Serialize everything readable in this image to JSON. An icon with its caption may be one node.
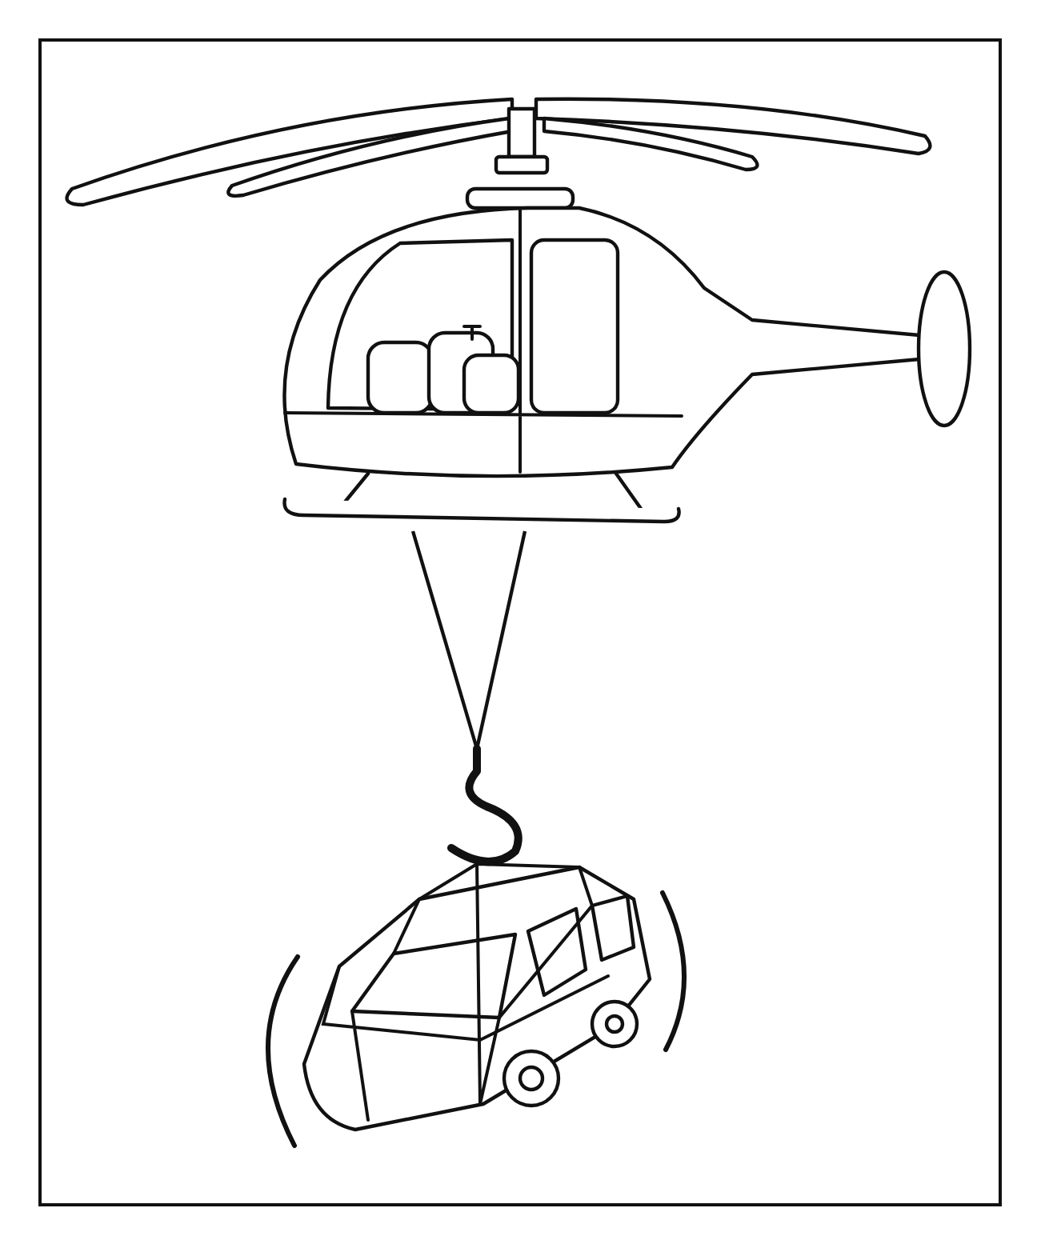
{
  "diagram": {
    "nodes": [
      {
        "text": [],
        "shape": "picture"
      },
      {
        "text": [],
        "shape": "picture"
      }
    ],
    "edges": [
      {
        "from": 0,
        "to": 1,
        "arrow": "none"
      }
    ]
  }
}
